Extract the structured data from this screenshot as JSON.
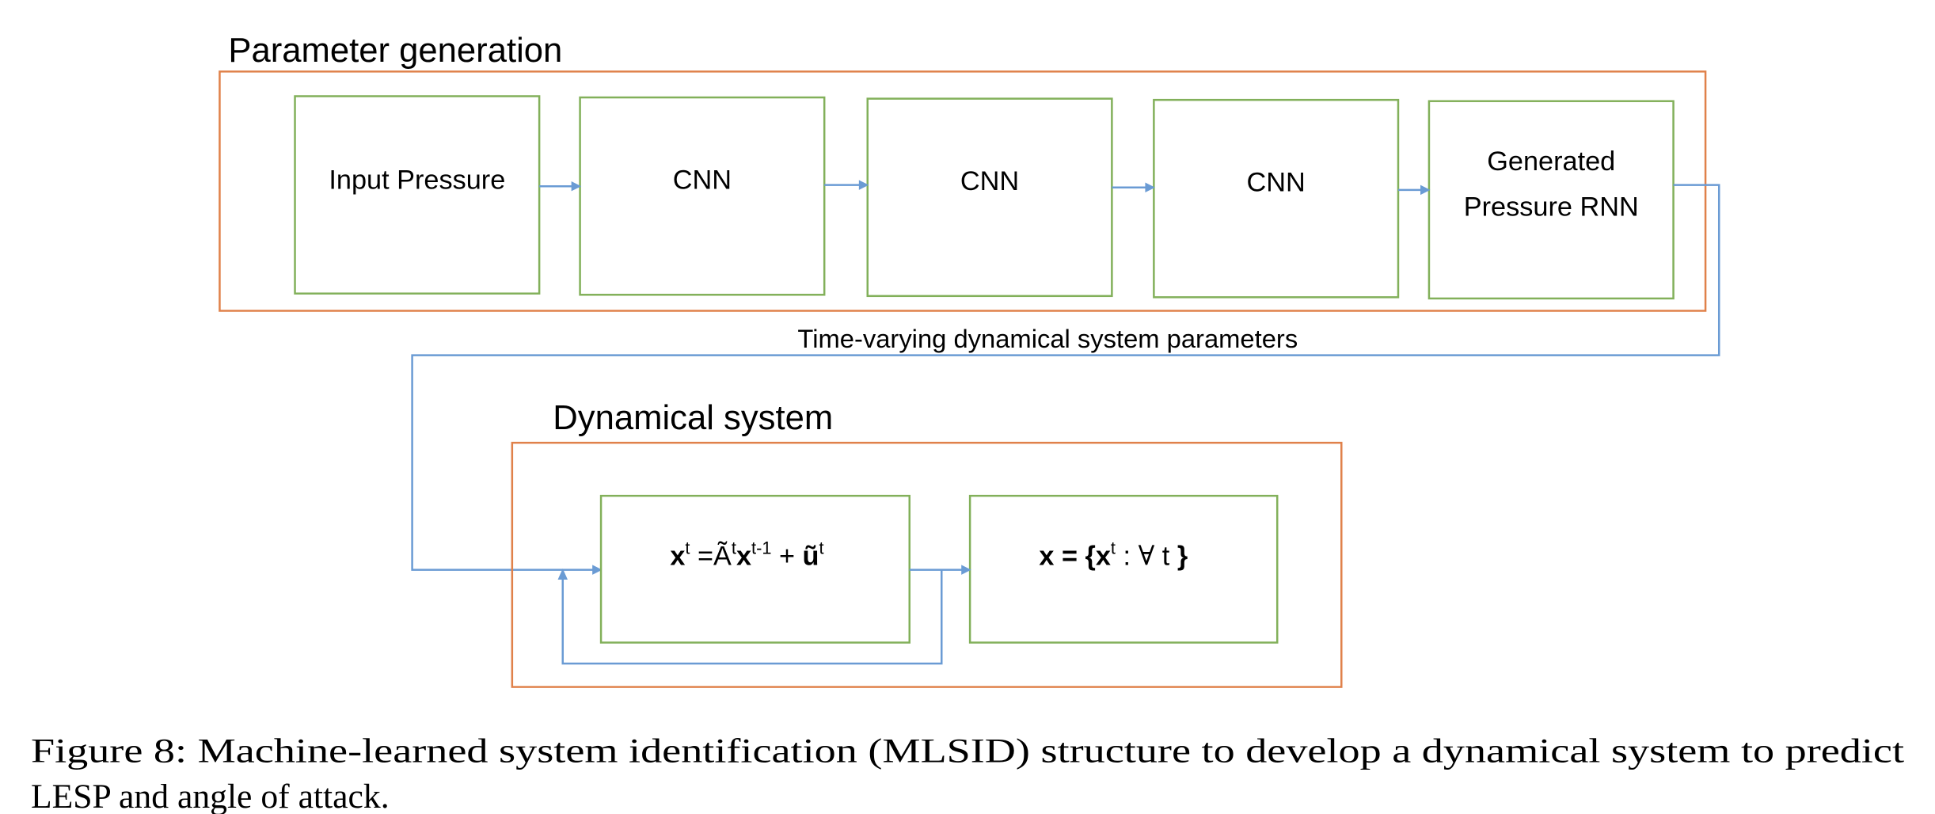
{
  "figure": {
    "groups": {
      "parameter_generation": {
        "title": "Parameter generation"
      },
      "dynamical_system": {
        "title": "Dynamical system"
      }
    },
    "blocks": {
      "input_pressure": "Input Pressure",
      "cnn_1": "CNN",
      "cnn_2": "CNN",
      "cnn_3": "CNN",
      "rnn_line1": "Generated",
      "rnn_line2": "Pressure RNN"
    },
    "connector_label": "Time-varying dynamical system parameters",
    "equation": {
      "x": "x",
      "sup_t": "t",
      "eq": " =",
      "A": "Ã",
      "sup_t2": "t",
      "x2": "x",
      "sup_tm1": "t-1",
      "plus": " + ",
      "u": "ũ",
      "sup_t3": "t"
    },
    "output_set": {
      "lhs": "x = {x",
      "sup_t": "t",
      "colon": " : ",
      "forall": "∀",
      "rest": " t ",
      "close": "}"
    },
    "colors": {
      "group_border": "#e0814a",
      "block_border": "#82b05a",
      "connector": "#6a9bd4"
    }
  },
  "caption": {
    "line1": "Figure 8:  Machine-learned system identification (MLSID) structure to develop a dynamical system to predict",
    "line2": "LESP and angle of attack."
  }
}
